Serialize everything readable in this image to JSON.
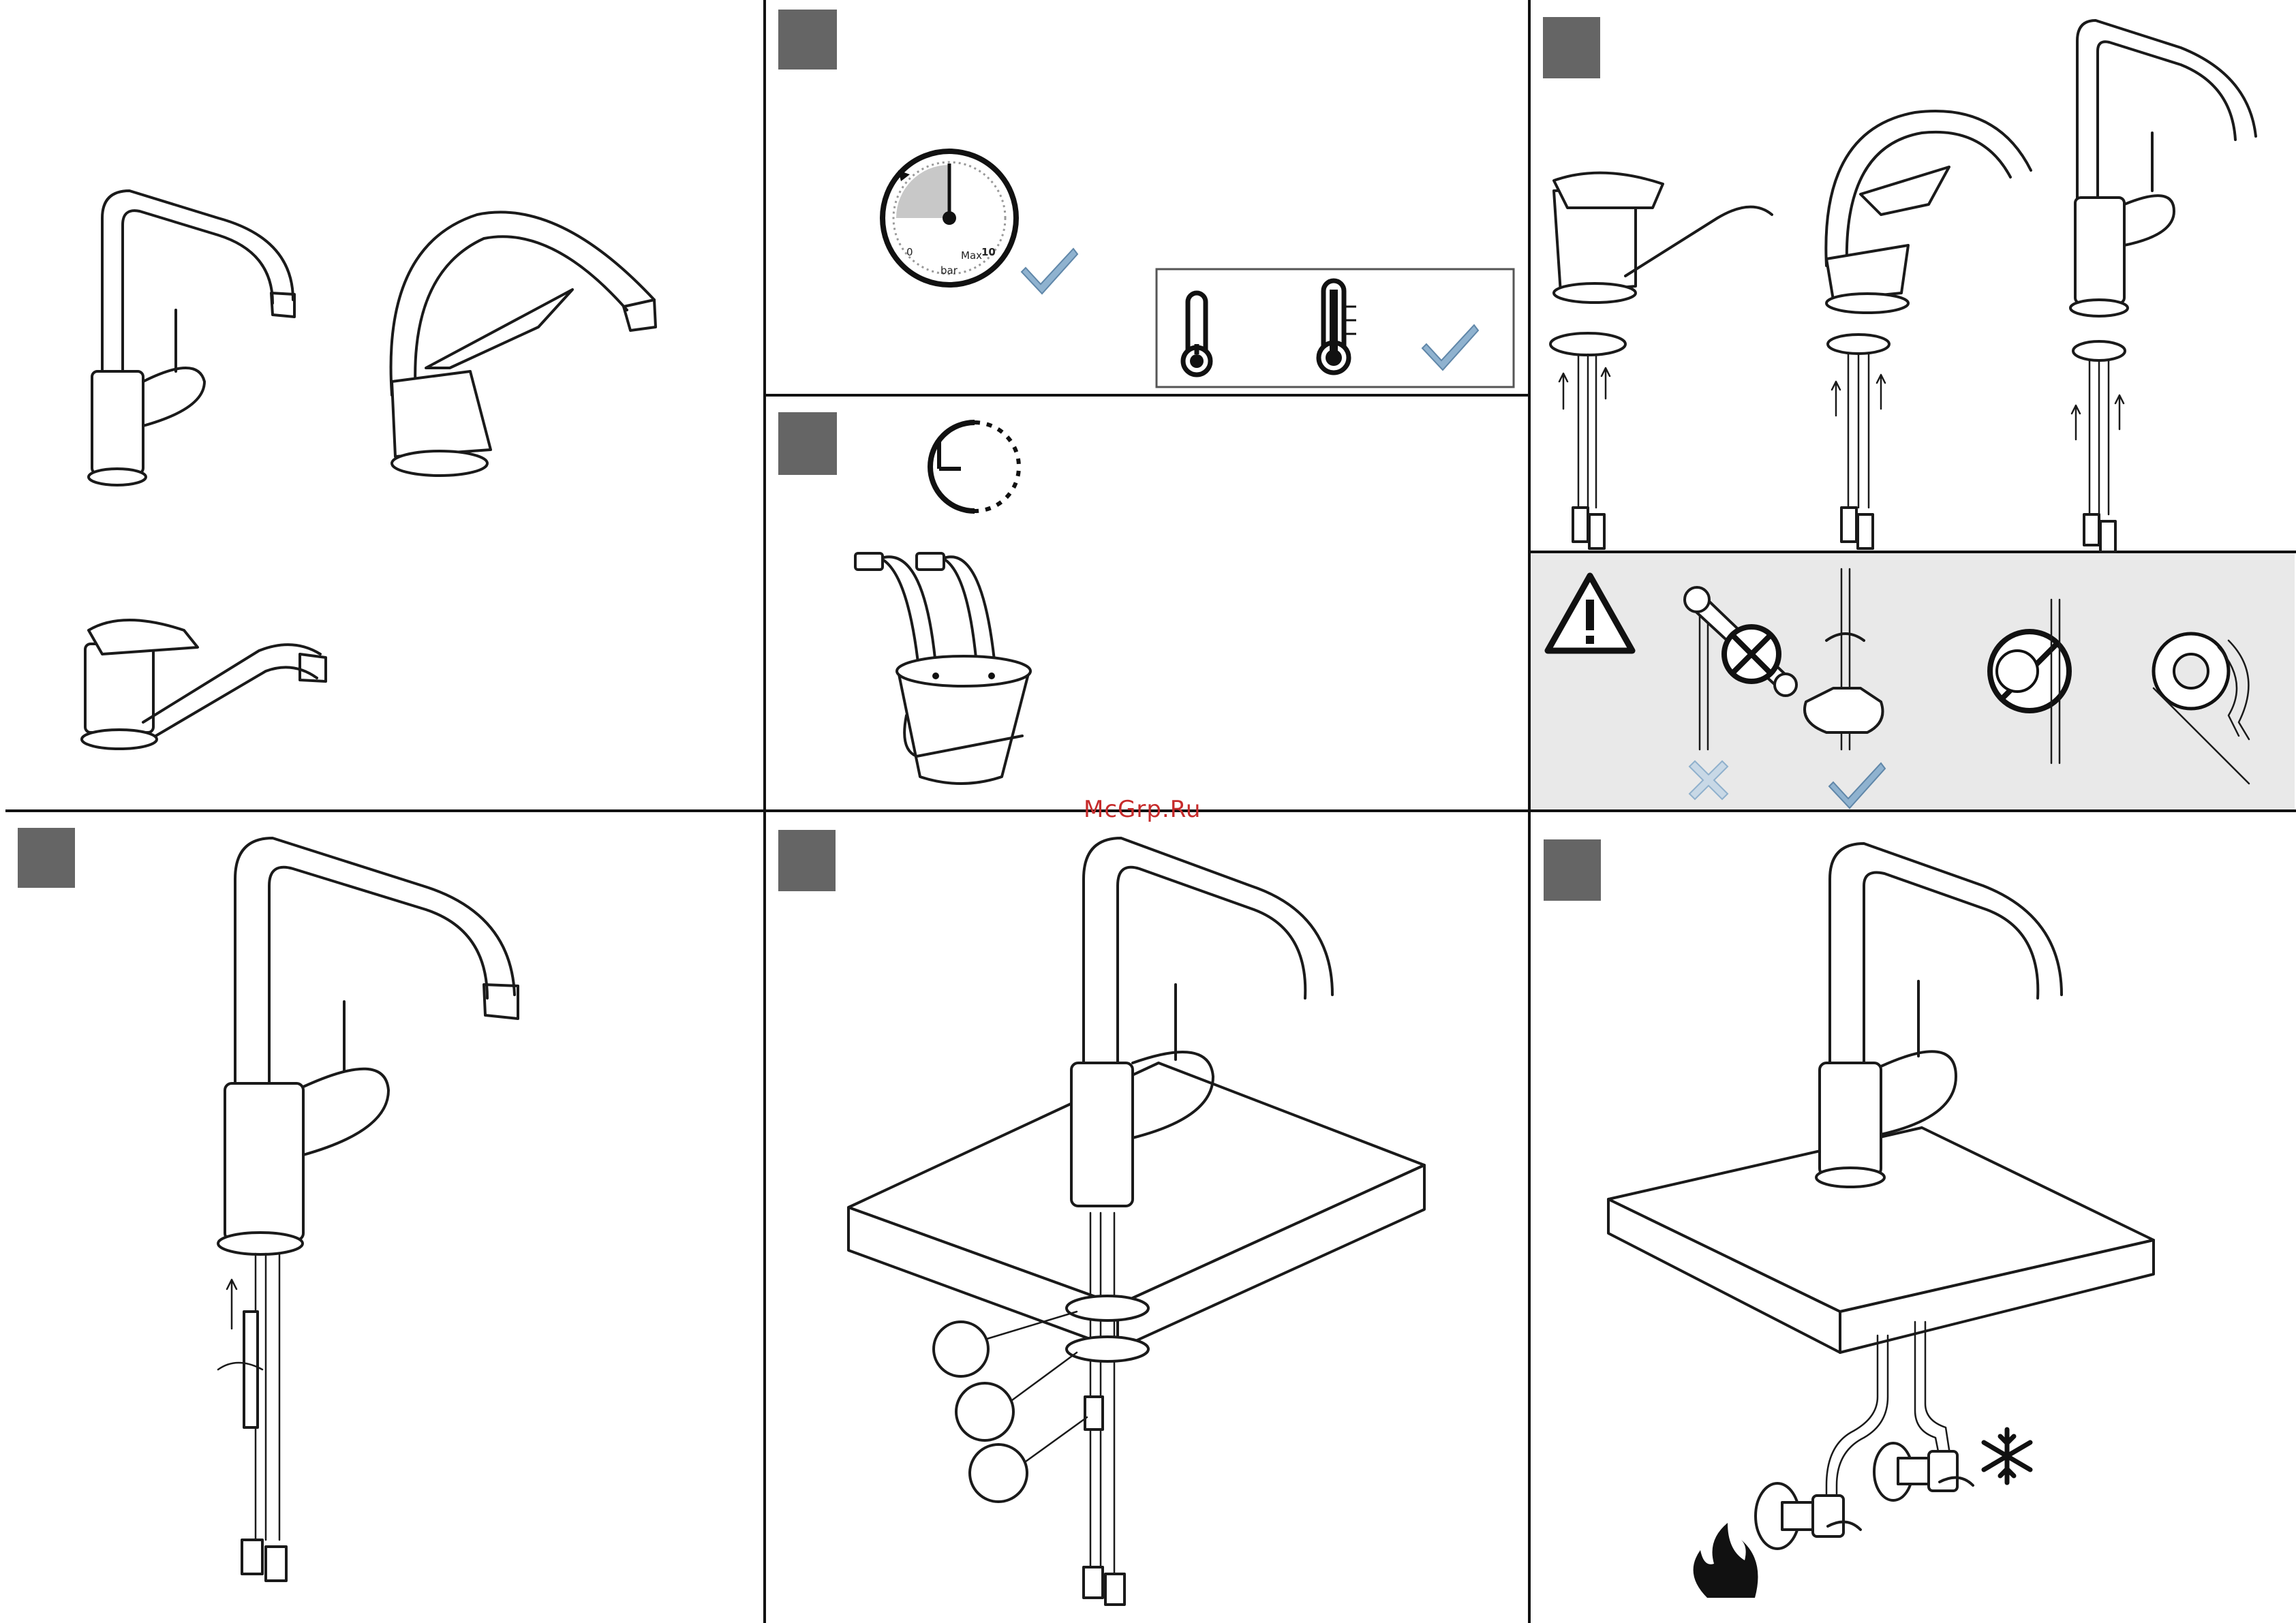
{
  "watermark": "McGrp.Ru",
  "gauge": {
    "min_label": "0",
    "max_prefix": "Max",
    "max_value": "10",
    "unit": "bar"
  },
  "colors": {
    "badge": "#656565",
    "warning_panel_bg": "#e9e9e9",
    "check_blue": "#8fb2cf",
    "cross_blue": "#a9c2d8",
    "watermark_red": "#c62b2b"
  },
  "icons": [
    "pressure-gauge-icon",
    "check-icon",
    "thermometer-icon",
    "clock-icon",
    "bucket-icon",
    "warning-triangle-icon",
    "wrench-icon",
    "prohibited-icon",
    "rotate-arrow-icon",
    "flame-icon",
    "snowflake-icon",
    "cross-icon"
  ]
}
